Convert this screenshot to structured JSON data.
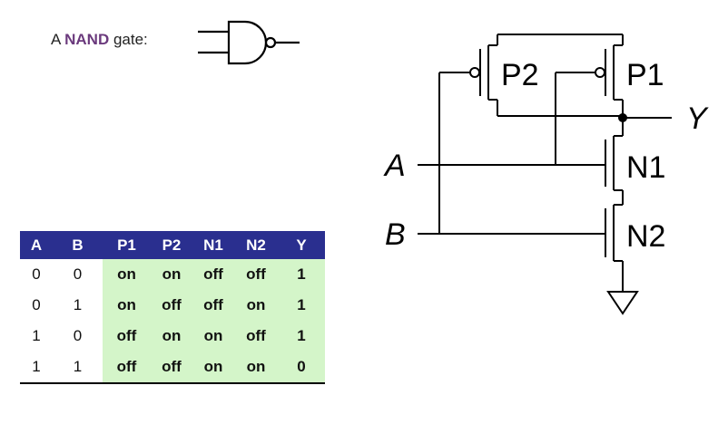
{
  "gate_caption": {
    "prefix": "A ",
    "highlight": "NAND",
    "suffix": " gate:"
  },
  "truth_table": {
    "headers": [
      "A",
      "B",
      "P1",
      "P2",
      "N1",
      "N2",
      "Y"
    ],
    "rows": [
      [
        "0",
        "0",
        "on",
        "on",
        "off",
        "off",
        "1"
      ],
      [
        "0",
        "1",
        "on",
        "off",
        "off",
        "on",
        "1"
      ],
      [
        "1",
        "0",
        "off",
        "on",
        "on",
        "off",
        "1"
      ],
      [
        "1",
        "1",
        "off",
        "off",
        "on",
        "on",
        "0"
      ]
    ]
  },
  "circuit": {
    "transistors": {
      "p1": "P1",
      "p2": "P2",
      "n1": "N1",
      "n2": "N2"
    },
    "inputs": {
      "a": "A",
      "b": "B"
    },
    "output": "Y"
  },
  "colors": {
    "header_bg": "#2a2f8f",
    "highlight_green": "#d4f5c9",
    "nand_text": "#6b3a7d"
  }
}
